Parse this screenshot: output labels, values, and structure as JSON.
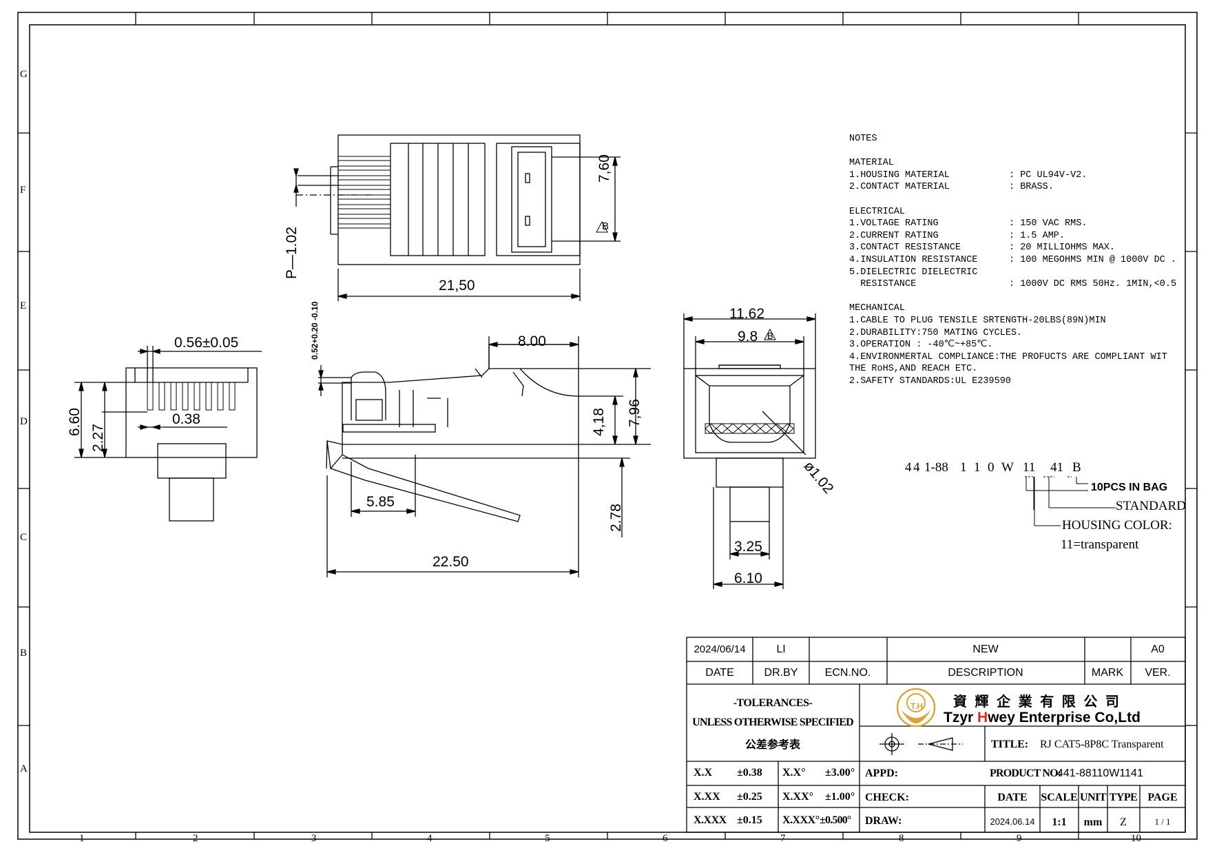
{
  "zones": {
    "columns": [
      "1",
      "2",
      "3",
      "4",
      "5",
      "6",
      "7",
      "8",
      "9",
      "10"
    ],
    "rows": [
      "G",
      "F",
      "E",
      "D",
      "C",
      "B",
      "A"
    ]
  },
  "notes": {
    "title": "NOTES",
    "material_heading": "MATERIAL",
    "material": [
      {
        "label": "1.HOUSING MATERIAL",
        "value": ": PC UL94V-V2."
      },
      {
        "label": "2.CONTACT MATERIAL",
        "value": ": BRASS."
      }
    ],
    "electrical_heading": "ELECTRICAL",
    "electrical": [
      {
        "label": "1.VOLTAGE RATING",
        "value": ": 150 VAC RMS."
      },
      {
        "label": "2.CURRENT RATING",
        "value": ": 1.5 AMP."
      },
      {
        "label": "3.CONTACT RESISTANCE",
        "value": ": 20 MILLIOHMS MAX."
      },
      {
        "label": "4.INSULATION RESISTANCE",
        "value": ": 100 MEGOHMS MIN @ 1000V DC ."
      },
      {
        "label": "5.DIELECTRIC DIELECTRIC",
        "value": ""
      },
      {
        "label": "  RESISTANCE",
        "value": ": 1000V DC RMS 50Hz. 1MIN,<0.5"
      }
    ],
    "mechanical_heading": "MECHANICAL",
    "mechanical": [
      "1.CABLE TO PLUG TENSILE SRTENGTH-20LBS(89N)MIN",
      "2.DURABILITY:750 MATING CYCLES.",
      "3.OPERATION : -40℃~+85℃.",
      "4.ENVIRONMERTAL COMPLIANCE:THE PROFUCTS ARE COMPLIANT WIT",
      "THE RoHS,AND REACH ETC.",
      "2.SAFETY STANDARDS:UL E239590"
    ]
  },
  "dimensions": {
    "top_7_60": "7,60",
    "top_pitch": "P—1.02",
    "top_21_50": "21,50",
    "left_0_56": "0.56±0.05",
    "left_0_38": "0.38",
    "left_6_60": "6.60",
    "left_2_27": "2.27",
    "side_tol": "0.52+0.20 -0.10",
    "side_8_00": "8.00",
    "side_4_18": "4,18",
    "side_7_96": "7,96",
    "side_5_85": "5.85",
    "side_2_78": "2.78",
    "side_22_50": "22.50",
    "front_11_62": "11.62",
    "front_9_8": "9.8",
    "front_dia": "ø1.02",
    "front_3_25": "3.25",
    "front_6_10": "6.10",
    "flag_letter": "B"
  },
  "part_code": {
    "chars": [
      "4",
      "4",
      "1-88",
      "1",
      "1",
      "0",
      "W",
      "11",
      "41",
      "B"
    ],
    "bag": "10PCS IN BAG",
    "standard": "STANDARD",
    "housing_color": "HOUSING COLOR:",
    "housing_value": "11=transparent"
  },
  "title_block": {
    "revision": {
      "date": "2024/06/14",
      "drby": "LI",
      "ecn": "",
      "description": "NEW",
      "mark": "",
      "ver": "A0"
    },
    "revision_headers": {
      "date": "DATE",
      "drby": "DR.BY",
      "ecn": "ECN.NO.",
      "description": "DESCRIPTION",
      "mark": "MARK",
      "ver": "VER."
    },
    "tolerances": {
      "line1": "-TOLERANCES-",
      "line2": "UNLESS OTHERWISE SPECIFIED",
      "line3": "公差参考表"
    },
    "tol_rows": [
      {
        "a": "X.X",
        "b": "±0.38",
        "c": "X.X°",
        "d": "±3.00°"
      },
      {
        "a": "X.XX",
        "b": "±0.25",
        "c": "X.XX°",
        "d": "±1.00°"
      },
      {
        "a": "X.XXX",
        "b": "±0.15",
        "c": "X.XXX°",
        "d": "±0.500°"
      }
    ],
    "company_cn": "資 輝 企 業 有 限 公 司",
    "company_en_1": "Tzyr ",
    "company_en_h": "H",
    "company_en_2": "wey Enterprise Co,Ltd",
    "logo_text": "T.H",
    "title_label": "TITLE:",
    "title_value": "RJ CAT5-8P8C Transparent",
    "appd_label": "APPD:",
    "check_label": "CHECK:",
    "draw_label": "DRAW:",
    "product_label": "PRODUCT NO:",
    "product_value": "441-88110W1141",
    "info_headers": {
      "date": "DATE",
      "scale": "SCALE",
      "unit": "UNIT",
      "type": "TYPE",
      "page": "PAGE"
    },
    "info_values": {
      "date": "2024.06.14",
      "scale": "1:1",
      "unit": "mm",
      "type": "Z",
      "page": "1 / 1"
    },
    "colors": {
      "logo_gold": "#d9a441",
      "h_red": "#d12a2a"
    }
  }
}
